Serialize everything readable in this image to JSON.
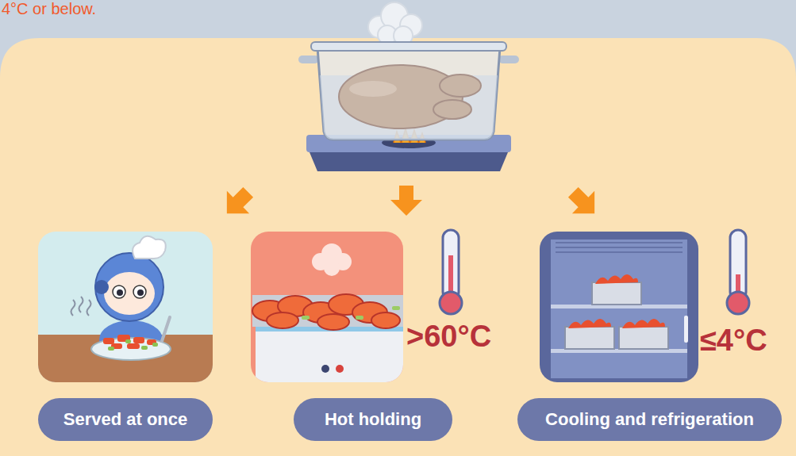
{
  "diagram": {
    "nodes": [
      {
        "text": [
          "Served at once"
        ]
      },
      {
        "text": [
          "Hot holding"
        ]
      },
      {
        "text": [
          "Cooling and refrigeration"
        ]
      }
    ],
    "labels": [
      "4°C or below.",
      ">60°C",
      "≤4°C"
    ]
  }
}
